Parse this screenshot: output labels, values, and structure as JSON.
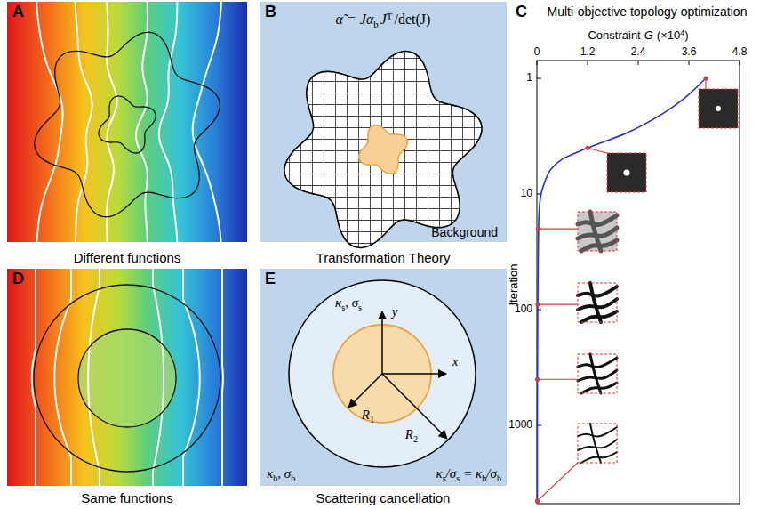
{
  "diagram": {
    "labels": [
      "A",
      "Different functions",
      "B",
      "α̃ = Jα",
      "b",
      "J",
      "T",
      "/det(J)",
      "Background",
      "Transformation Theory",
      "C",
      "Multi-objective topology optimization",
      "Constraint",
      "G",
      "(×10",
      "4",
      ")",
      "0",
      "1.2",
      "2.4",
      "3.6",
      "4.8",
      "Iteration",
      "1",
      "10",
      "100",
      "1000",
      "D",
      "Same functions",
      "E",
      "Scattering cancellation",
      "κ",
      "s",
      ", σ",
      "s",
      "y",
      "x",
      "R",
      "1",
      "R",
      "2",
      "κ",
      "b",
      ", σ",
      "b",
      "κ",
      "s",
      "/σ",
      "s",
      "= κ",
      "b",
      "/σ",
      "b"
    ]
  }
}
